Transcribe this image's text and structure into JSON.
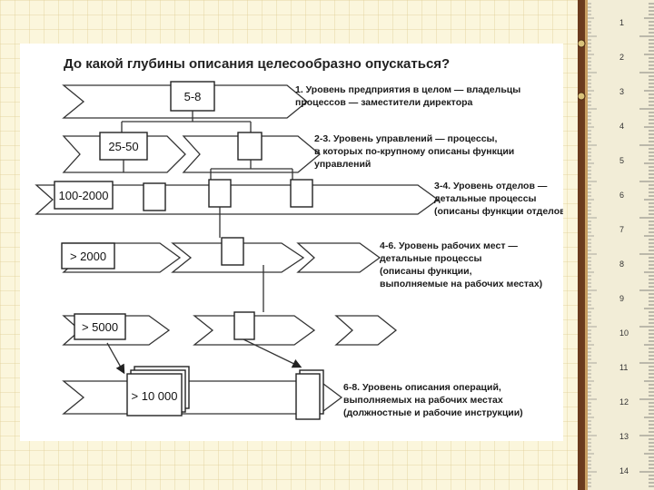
{
  "title": "До какой глубины описания целесообразно опускаться?",
  "levels": [
    {
      "count": "5-8",
      "lines": [
        "1. Уровень предприятия в целом — владельцы",
        "процессов — заместители директора"
      ]
    },
    {
      "count": "25-50",
      "lines": [
        "2-3. Уровень управлений — процессы,",
        "в которых  по-крупному описаны функции",
        "управлений"
      ]
    },
    {
      "count": "100-2000",
      "lines": [
        "3-4. Уровень отделов —",
        "детальные процессы",
        "(описаны функции отделов)"
      ]
    },
    {
      "count": "> 2000",
      "lines": [
        "4-6. Уровень рабочих мест —",
        "детальные процессы",
        "(описаны функции,",
        "выполняемые на рабочих местах)"
      ]
    },
    {
      "count": "> 5000",
      "lines": []
    },
    {
      "count": "> 10 000",
      "lines": [
        "6-8. Уровень описания операций,",
        "выполняемых на рабочих местах",
        "(должностные и рабочие инструкции)"
      ]
    }
  ],
  "ruler": {
    "numbers": [
      "1",
      "2",
      "3",
      "4",
      "5",
      "6",
      "7",
      "8",
      "9",
      "10",
      "11",
      "12",
      "13",
      "14"
    ]
  }
}
